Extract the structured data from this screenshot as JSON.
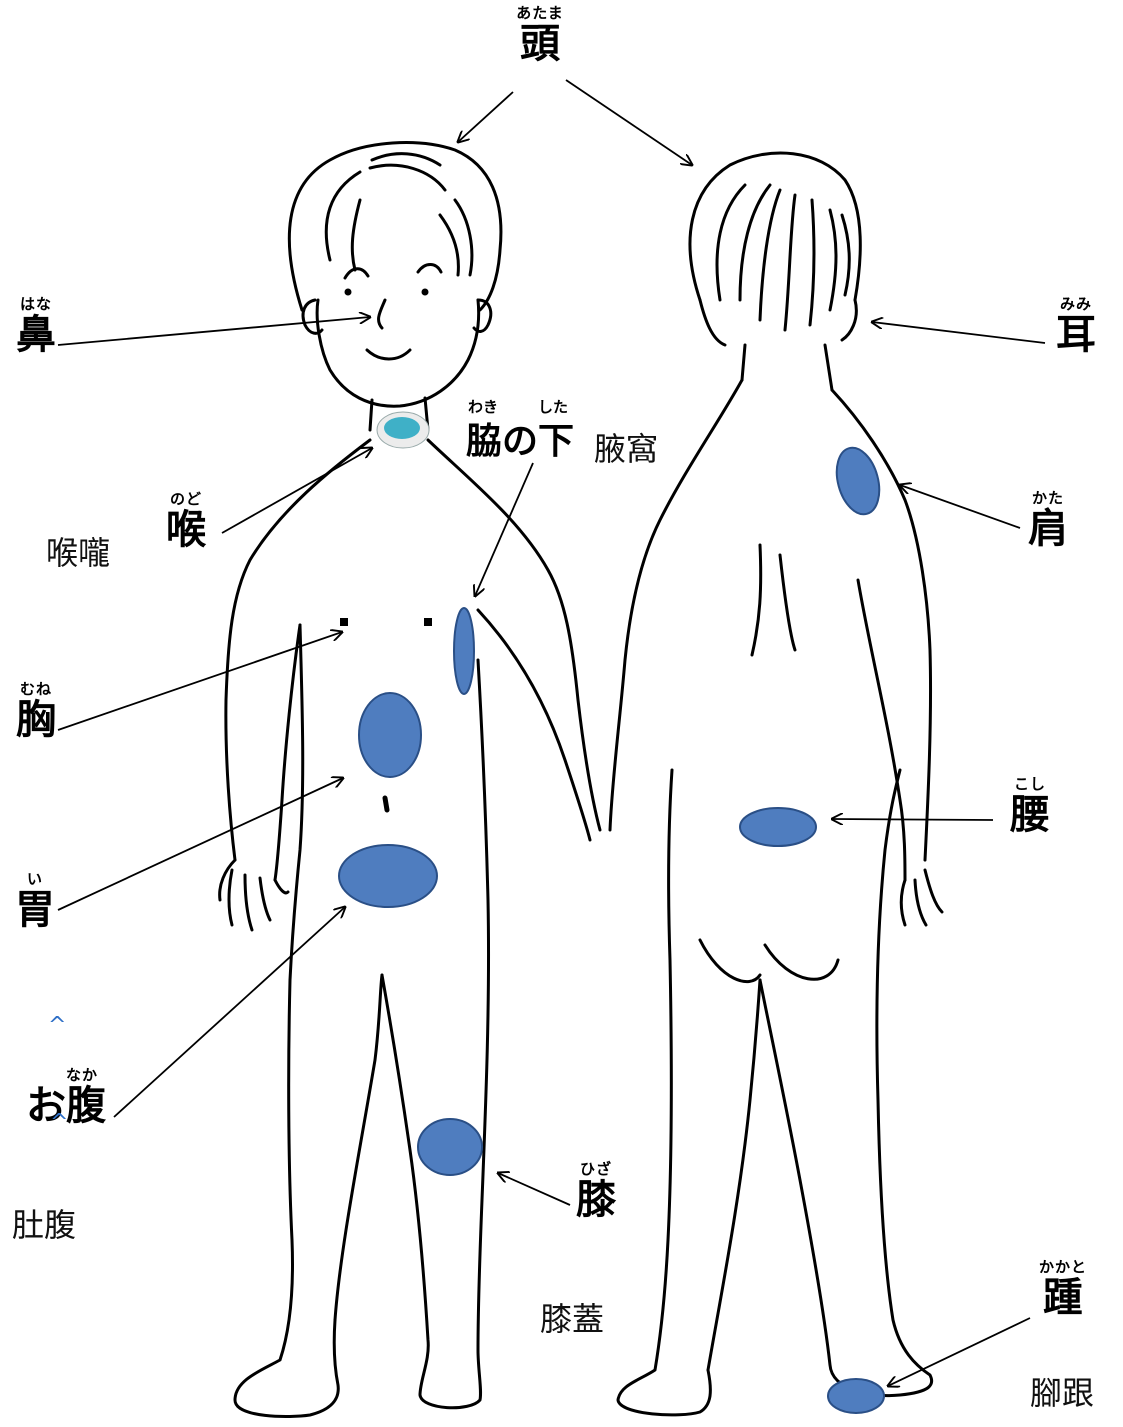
{
  "labels": {
    "head": {
      "ruby": "あたま",
      "main": "頭"
    },
    "nose": {
      "ruby": "はな",
      "main": "鼻"
    },
    "ear": {
      "ruby": "みみ",
      "main": "耳"
    },
    "armpit": {
      "ruby1": "わき",
      "ruby2": "した",
      "main": "脇の下",
      "alt": "腋窩"
    },
    "throat": {
      "ruby": "のど",
      "main": "喉",
      "alt": "喉嚨"
    },
    "shoulder": {
      "ruby": "かた",
      "main": "肩"
    },
    "chest": {
      "ruby": "むね",
      "main": "胸"
    },
    "waist": {
      "ruby": "こし",
      "main": "腰"
    },
    "stomach": {
      "ruby": "い",
      "main": "胃"
    },
    "belly": {
      "ruby": "なか",
      "main": "お腹",
      "alt": "肚腹"
    },
    "knee": {
      "ruby": "ひざ",
      "main": "膝",
      "alt": "膝蓋"
    },
    "heel": {
      "ruby": "かかと",
      "main": "踵",
      "alt": "腳跟"
    }
  },
  "carets": [
    "^",
    "^"
  ],
  "colors": {
    "marker_fill": "#4f7dbf",
    "marker_stroke": "#2a4f86",
    "throat_marker": "#3fb0c7",
    "line": "#000000"
  }
}
